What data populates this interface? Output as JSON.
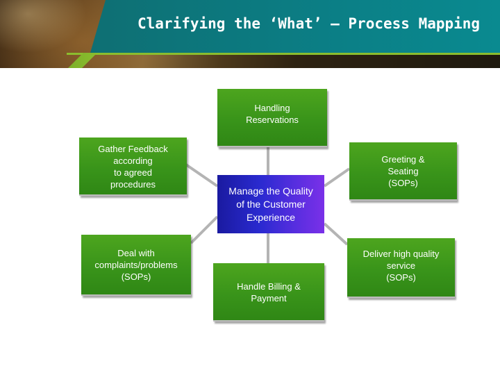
{
  "slide": {
    "title": "Clarifying the ‘What’ – Process Mapping"
  },
  "diagram": {
    "center": "Manage the Quality\nof the Customer\nExperience",
    "nodes": {
      "top": "Handling\nReservations",
      "top_left": "Gather Feedback\naccording\nto agreed\nprocedures",
      "top_right": "Greeting &\nSeating\n(SOPs)",
      "bottom_left": "Deal with\ncomplaints/problems\n(SOPs)",
      "bottom": "Handle Billing &\nPayment",
      "bottom_right": "Deliver high quality\nservice\n(SOPs)"
    },
    "colors": {
      "node_green": "#3c961b",
      "center_blue": "#2a2ad0",
      "center_violet": "#7a30e8",
      "header_teal": "#0b7f86",
      "header_green": "#8bbd2e",
      "connector": "#b4b4b4"
    }
  }
}
